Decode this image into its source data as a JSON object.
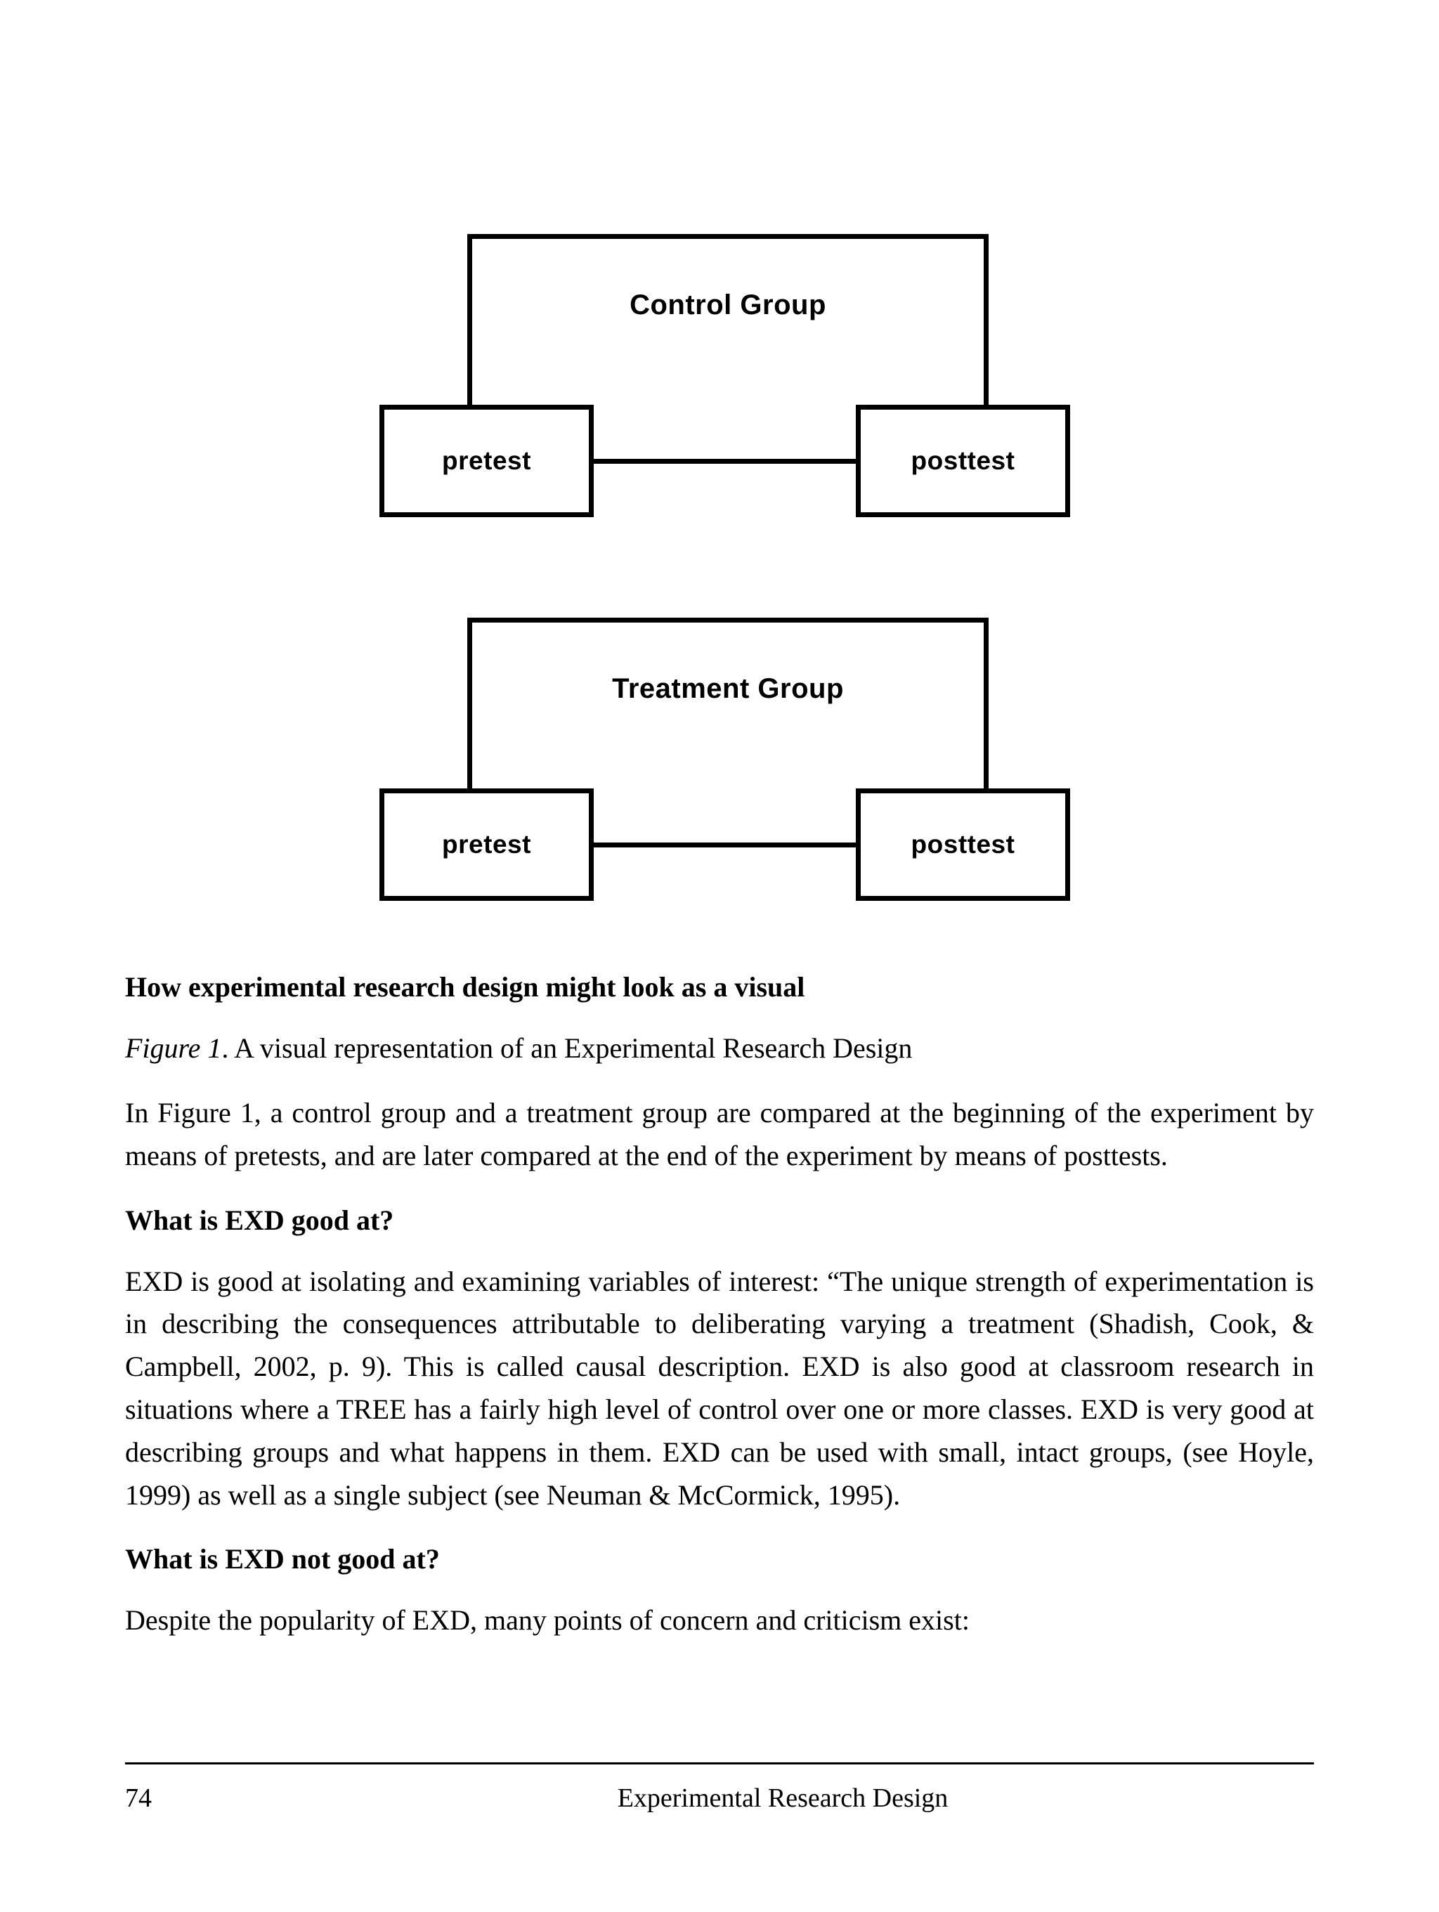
{
  "figure": {
    "diagrams": [
      {
        "group_label": "Control Group",
        "left_box_label": "pretest",
        "right_box_label": "posttest"
      },
      {
        "group_label": "Treatment Group",
        "left_box_label": "pretest",
        "right_box_label": "posttest"
      }
    ]
  },
  "body": {
    "heading_visual": "How experimental research design might look as a visual",
    "figure_caption_label": "Figure 1",
    "figure_caption_text": ". A visual representation of an Experimental Research Design",
    "paragraph_figure": "In Figure 1, a control group and a treatment group are compared at the beginning of the experiment by means of pretests, and are later compared at the end of the experiment by means of posttests.",
    "heading_good_at": "What is EXD good at?",
    "paragraph_good_at": "EXD is good at isolating and examining variables of interest: “The unique strength of experimentation is in describing the consequences attributable to deliberating varying a treatment (Shadish, Cook, & Campbell, 2002, p. 9). This is called causal description. EXD is also good at classroom research in situations where a TREE has a fairly high level of control over one or more classes.  EXD is very good at describing groups and what happens in them. EXD can be used with small, intact groups, (see Hoyle, 1999) as well as a single subject (see Neuman & McCormick, 1995).",
    "heading_not_good_at": "What is EXD not good at?",
    "paragraph_not_good_at": "Despite the popularity of EXD, many points of concern and criticism exist:"
  },
  "footer": {
    "page_number": "74",
    "running_title": "Experimental Research Design"
  },
  "colors": {
    "ink": "#000000",
    "paper": "#ffffff"
  }
}
